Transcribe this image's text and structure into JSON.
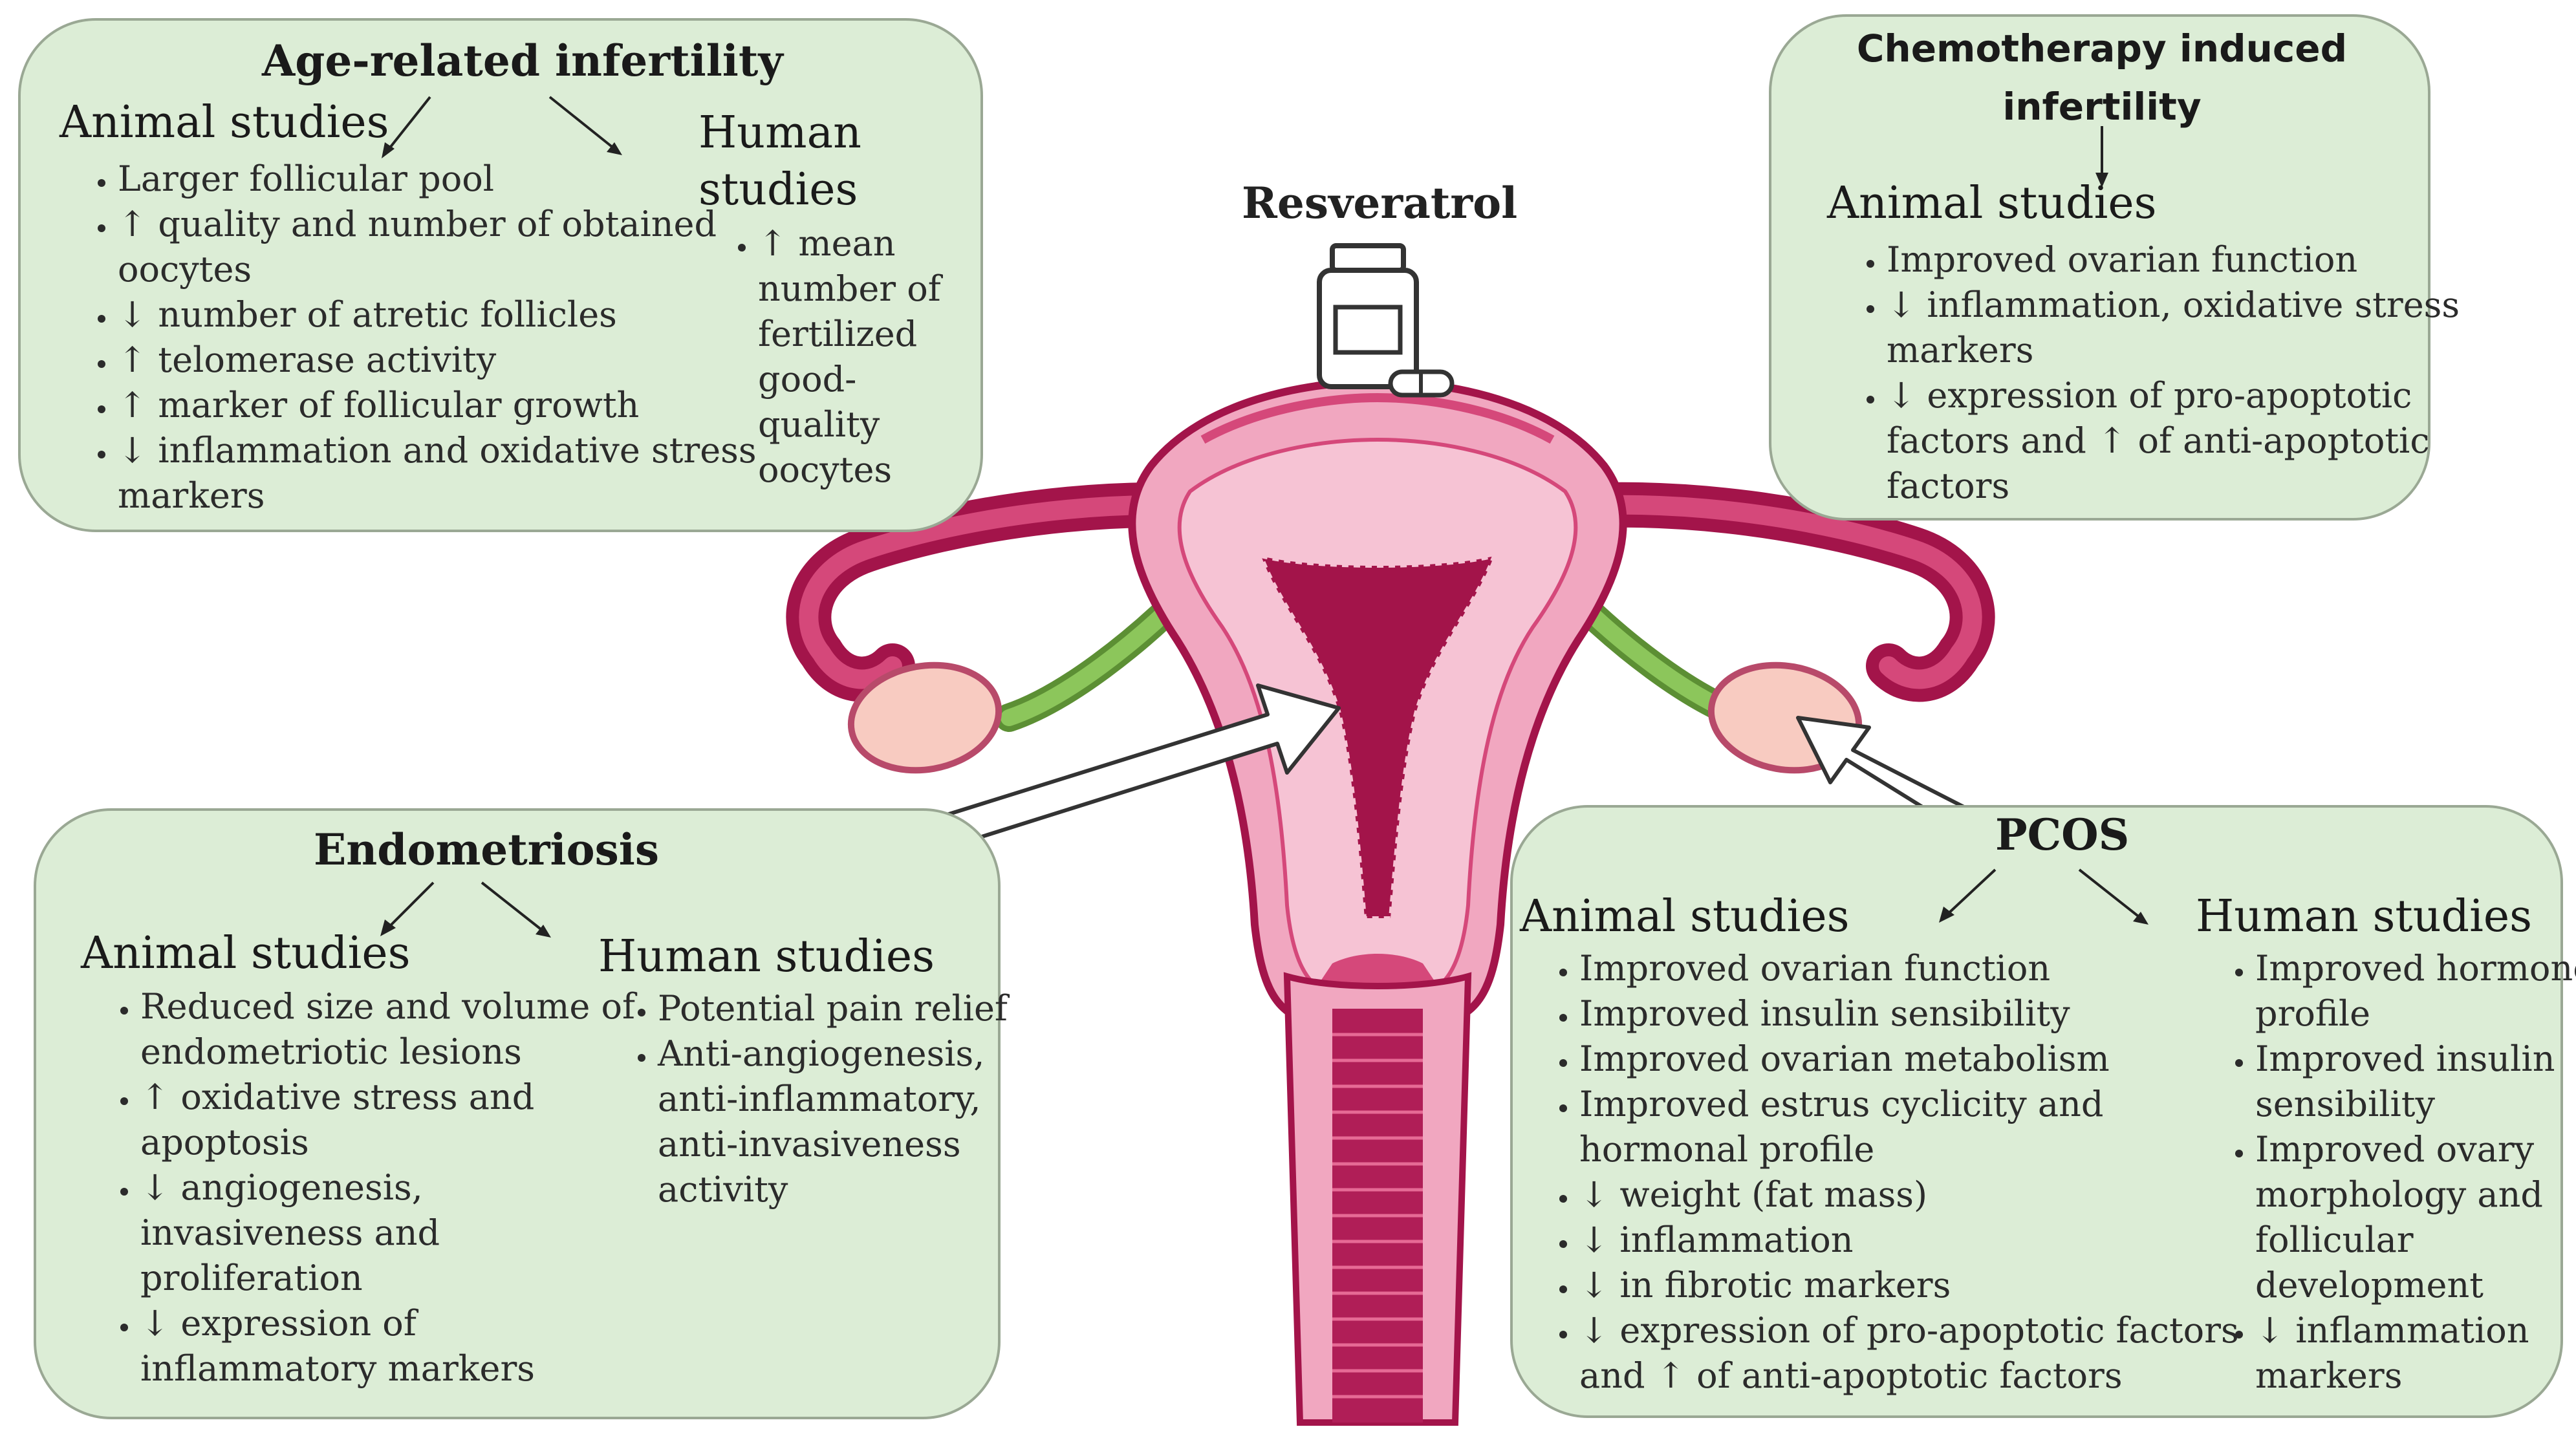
{
  "center": {
    "drug_label": "Resveratrol"
  },
  "age": {
    "title": "Age-related infertility",
    "animal_heading": "Animal studies",
    "human_heading": "Human studies",
    "animal_items": [
      "Larger follicular  pool",
      "↑ quality and number of obtained oocytes",
      "↓ number of atretic follicles",
      "↑ telomerase activity",
      "↑ marker of follicular  growth",
      "↓ inflammation and oxidative stress markers"
    ],
    "human_items": [
      "↑ mean number of fertilized good-quality oocytes"
    ]
  },
  "chemo": {
    "title": "Chemotherapy induced infertility",
    "animal_heading": "Animal studies",
    "animal_items": [
      "Improved ovarian function",
      "↓ inflammation, oxidative stress markers",
      "↓ expression of pro-apoptotic factors and ↑ of anti-apoptotic factors"
    ]
  },
  "endo": {
    "title": "Endometriosis",
    "animal_heading": "Animal studies",
    "human_heading": "Human studies",
    "animal_items": [
      "Reduced size and volume of endometriotic lesions",
      "↑ oxidative stress and apoptosis",
      "↓ angiogenesis, invasiveness and proliferation",
      "↓ expression of inflammatory markers"
    ],
    "human_items": [
      "Potential pain relief",
      "Anti-angiogenesis, anti-inflammatory, anti-invasiveness activity"
    ]
  },
  "pcos": {
    "title": "PCOS",
    "animal_heading": "Animal studies",
    "human_heading": "Human studies",
    "animal_items": [
      "Improved ovarian function",
      "Improved insulin sensibility",
      "Improved ovarian metabolism",
      "Improved estrus cyclicity and hormonal profile",
      "↓ weight (fat mass)",
      "↓ inflammation",
      "↓ in fibrotic markers",
      "↓ expression of pro-apoptotic factors and ↑ of anti-apoptotic factors"
    ],
    "human_items": [
      "Improved hormone profile",
      "Improved insulin sensibility",
      "Improved ovary morphology and follicular development",
      "↓ inflammation markers"
    ]
  },
  "colors": {
    "box_fill": "#dcedd6",
    "box_border": "#9aa894",
    "uterus_dark": "#a3144a",
    "uterus_mid": "#d5487a",
    "uterus_light": "#f1a7c0",
    "ovary": "#f8cbc1",
    "tube_green": "#8cc65b"
  }
}
